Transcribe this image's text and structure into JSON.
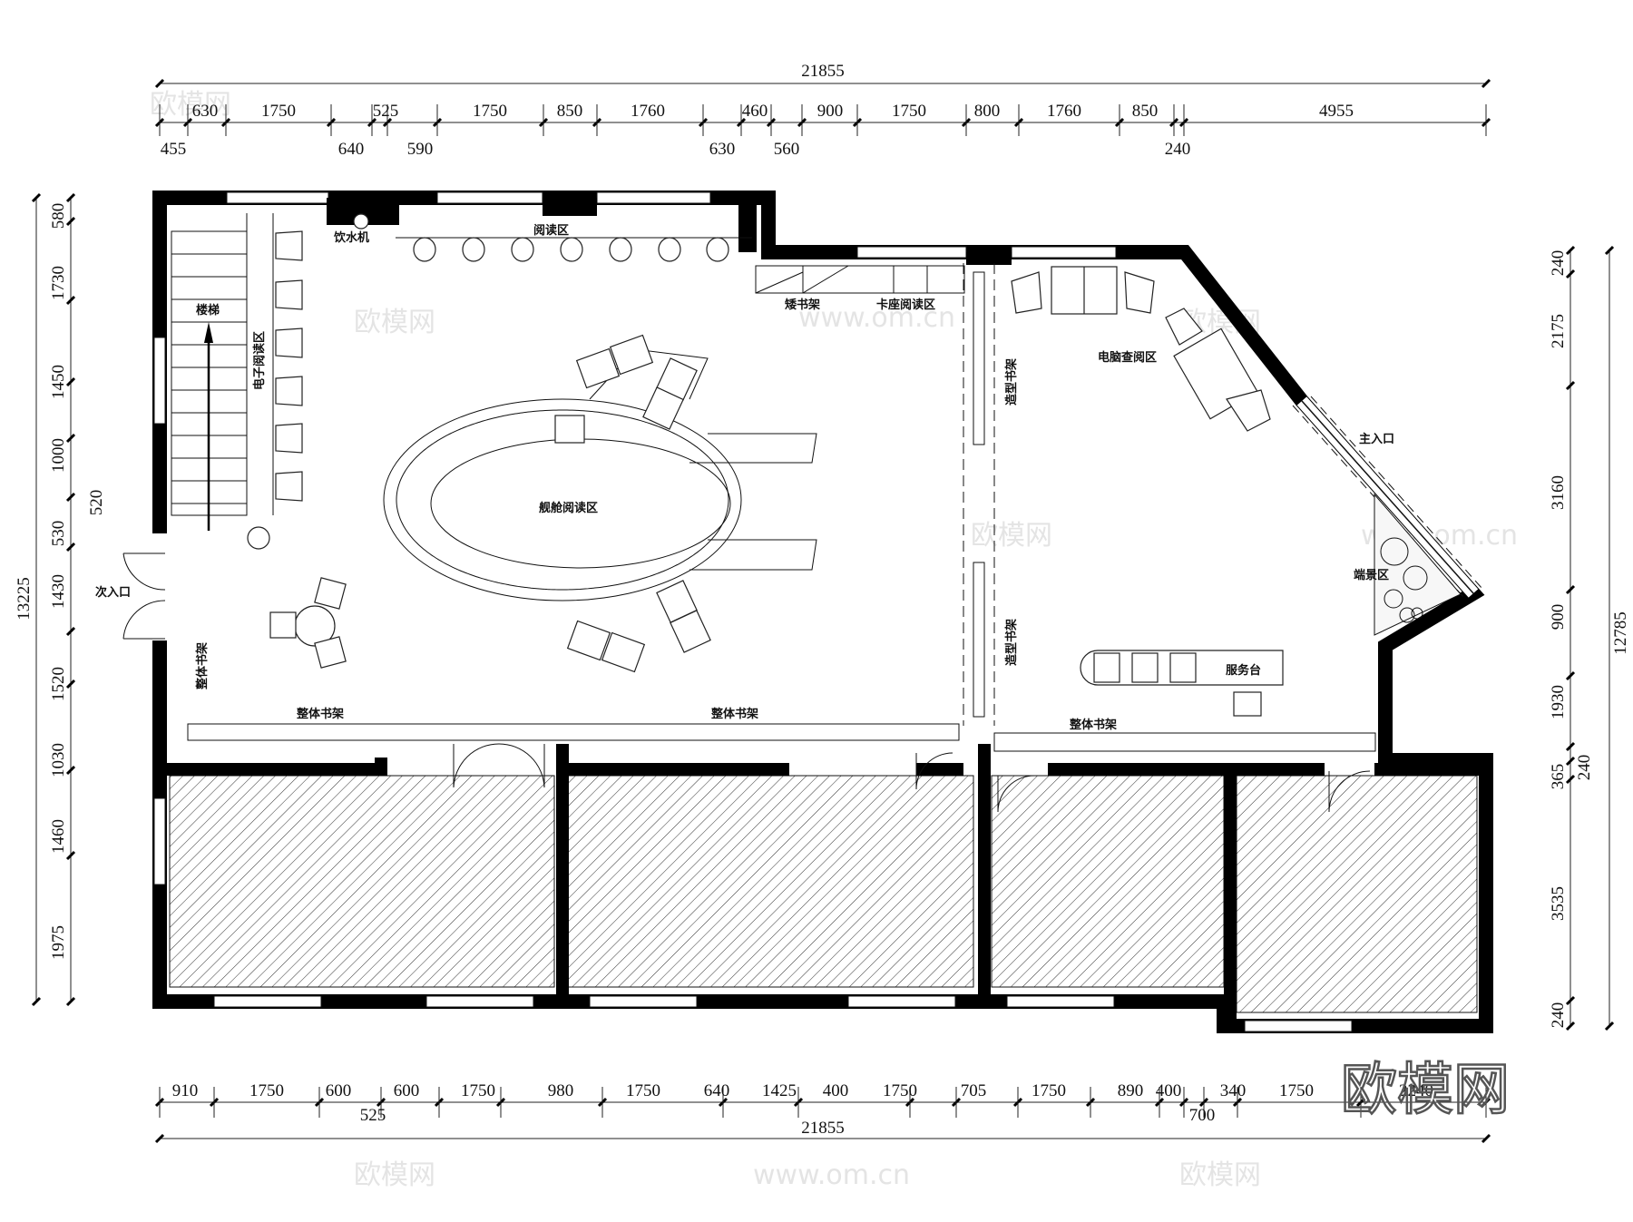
{
  "drawing": {
    "type": "floor-plan",
    "wall_color": "#000000",
    "hatch_color": "#333333"
  },
  "dimensions": {
    "top_total": "21855",
    "top_upper": [
      "630",
      "1750",
      "525",
      "1750",
      "850",
      "1760",
      "460",
      "900",
      "1750",
      "800",
      "1760",
      "850",
      "4955"
    ],
    "top_lower": [
      "455",
      "640",
      "590",
      "630",
      "560",
      "240"
    ],
    "bottom_upper": [
      "910",
      "1750",
      "600",
      "600",
      "1750",
      "980",
      "1750",
      "640",
      "1425",
      "400",
      "1750",
      "705",
      "1750",
      "890",
      "400",
      "340",
      "1750",
      "2240"
    ],
    "bottom_lower": [
      "525",
      "700"
    ],
    "bottom_total": "21855",
    "left_total": "13225",
    "left": [
      "580",
      "1730",
      "1450",
      "1000",
      "530",
      "1430",
      "1520",
      "1030",
      "1460",
      "1975"
    ],
    "left_extra": "520",
    "right_total": "12785",
    "right": [
      "240",
      "2175",
      "3160",
      "900",
      "1930",
      "365",
      "3535",
      "240"
    ],
    "right_extra": "240"
  },
  "labels": {
    "water_dispenser": "饮水机",
    "reading_area": "阅读区",
    "stairs": "楼梯",
    "e_reading": "电子阅读区",
    "low_shelf": "矮书架",
    "booth_reading": "卡座阅读区",
    "cabin_reading": "舰舱阅读区",
    "secondary_entrance": "次入口",
    "shelf_left_vertical": "整体书架",
    "shelf_bottom_1": "整体书架",
    "shelf_bottom_2": "整体书架",
    "shaped_shelf_1": "造型书架",
    "shaped_shelf_2": "造型书架",
    "computer_area": "电脑查阅区",
    "main_entrance": "主入口",
    "display_area": "端景区",
    "service_desk": "服务台",
    "shelf_bottom_3": "整体书架"
  },
  "watermark": {
    "logo": "欧模网",
    "site": "www.om.cn"
  }
}
